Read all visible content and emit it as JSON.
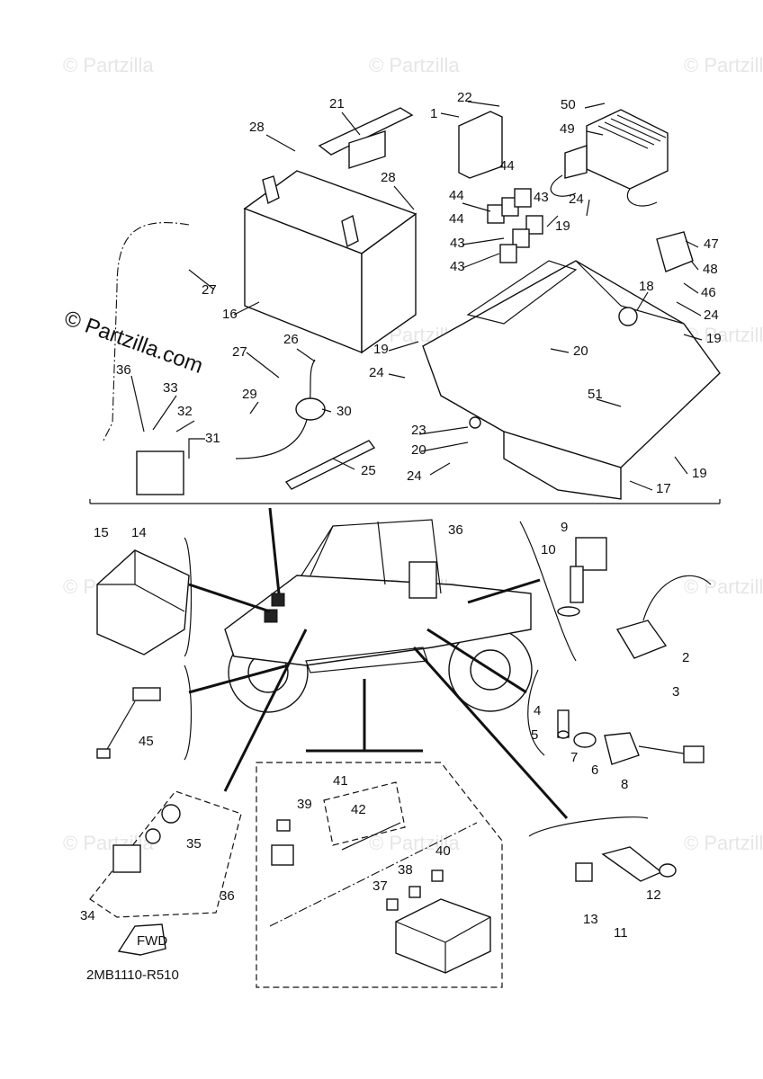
{
  "diagram": {
    "code": "2MB1110-R510",
    "fwd_label": "FWD",
    "watermark_text": "© Partzilla",
    "watermark_url": "© Partzilla.com"
  },
  "labels": {
    "p1": "1",
    "p2": "2",
    "p3": "3",
    "p4": "4",
    "p5": "5",
    "p6": "6",
    "p7": "7",
    "p8": "8",
    "p9": "9",
    "p10": "10",
    "p11": "11",
    "p12": "12",
    "p13": "13",
    "p14": "14",
    "p15": "15",
    "p16": "16",
    "p17": "17",
    "p18": "18",
    "p19": "19",
    "p20": "20",
    "p21": "21",
    "p22": "22",
    "p23": "23",
    "p24": "24",
    "p25": "25",
    "p26": "26",
    "p27": "27",
    "p28": "28",
    "p29": "29",
    "p30": "30",
    "p31": "31",
    "p32": "32",
    "p33": "33",
    "p34": "34",
    "p35": "35",
    "p36": "36",
    "p37": "37",
    "p38": "38",
    "p39": "39",
    "p40": "40",
    "p41": "41",
    "p42": "42",
    "p43": "43",
    "p44": "44",
    "p45": "45",
    "p46": "46",
    "p47": "47",
    "p48": "48",
    "p49": "49",
    "p50": "50",
    "p51": "51"
  },
  "colors": {
    "ink": "#111111",
    "watermark": "#e6e6e6",
    "background": "#ffffff"
  }
}
